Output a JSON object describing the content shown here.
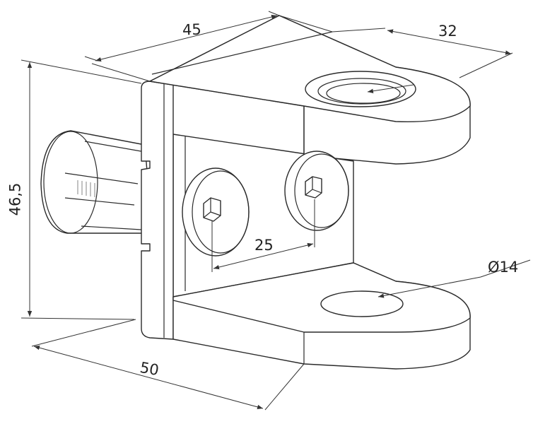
{
  "title": "Bracket dimension drawing",
  "dimensions": {
    "depth": "45",
    "arm_width": "32",
    "height": "46,5",
    "screw_spacing": "25",
    "hole_diameter": "Ø14",
    "length": "50"
  },
  "colors": {
    "line": "#2a2a2a",
    "background": "#ffffff"
  }
}
